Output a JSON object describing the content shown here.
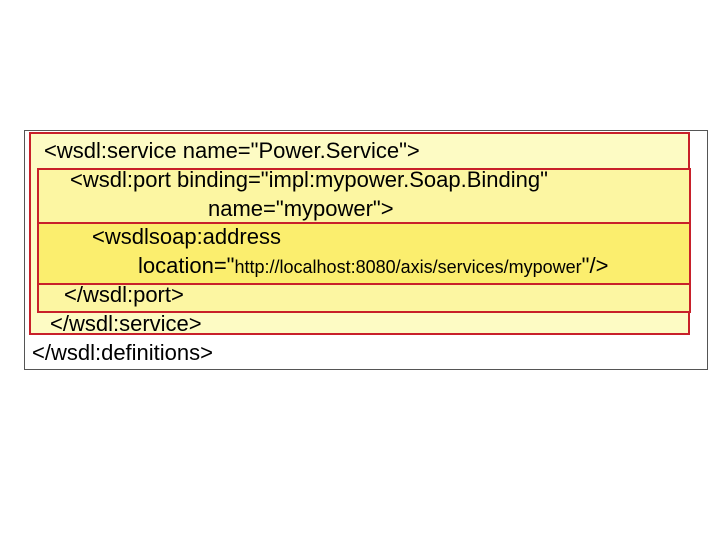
{
  "lines": {
    "service_open": "<wsdl:service name=\"Power.Service\">",
    "port_open_1": "<wsdl:port binding=\"impl:mypower.Soap.Binding\"",
    "port_open_2": "name=\"mypower\">",
    "address_open": "<wsdlsoap:address",
    "location_prefix": "location=\"",
    "location_url": "http://localhost:8080/axis/services/mypower",
    "location_suffix": "\"/>",
    "port_close": "</wsdl:port>",
    "service_close": "</wsdl:service>",
    "definitions_close": "</wsdl:definitions>"
  },
  "colors": {
    "service_fill": "#fdfbc4",
    "port_fill": "#fcf6a2",
    "address_fill": "#fbee6e",
    "highlight_border": "#c8202a",
    "frame_border": "#555555"
  }
}
